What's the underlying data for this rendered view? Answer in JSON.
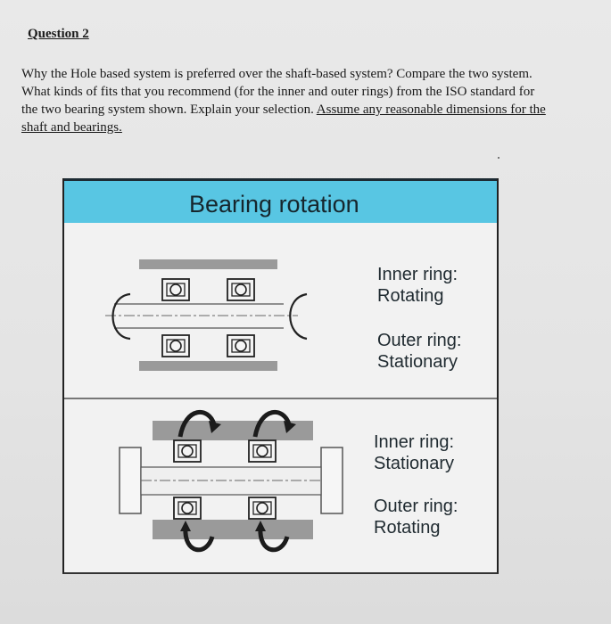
{
  "question": {
    "title": "Question 2",
    "line1": "Why the Hole based system is preferred over the shaft-based system? Compare the two system.",
    "line2": "What kinds of fits that you recommend (for the inner and outer rings) from the ISO standard for",
    "line3_plain": "the two bearing system shown. Explain your selection. ",
    "line3_underlined": "Assume any reasonable dimensions for the",
    "line4_underlined": "shaft and bearings."
  },
  "figure": {
    "header": "Bearing rotation",
    "case1": {
      "inner_label": "Inner ring:",
      "inner_state": "Rotating",
      "outer_label": "Outer ring:",
      "outer_state": "Stationary"
    },
    "case2": {
      "inner_label": "Inner ring:",
      "inner_state": "Stationary",
      "outer_label": "Outer ring:",
      "outer_state": "Rotating"
    },
    "colors": {
      "header": "#58c6e3",
      "part_gray": "#9a9a9a",
      "border": "#222222"
    }
  }
}
